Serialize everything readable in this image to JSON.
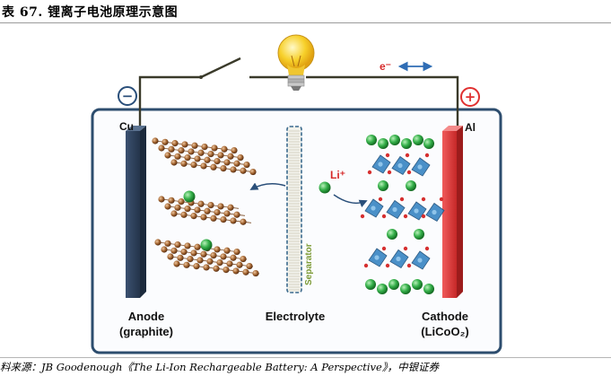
{
  "title": "表 67. 锂离子电池原理示意图",
  "source": "料来源：JB Goodenough《The Li-Ion Rechargeable Battery: A Perspective》，中银证券",
  "diagram": {
    "negative_sign": "−",
    "positive_sign": "+",
    "electron_label": "e⁻",
    "anode_collector": "Cu",
    "cathode_collector": "Al",
    "separator": "Separator",
    "li_ion": "Li⁺",
    "anode_name": "Anode",
    "anode_material": "(graphite)",
    "electrolyte": "Electrolyte",
    "cathode_name": "Cathode",
    "cathode_material": "(LiCoO₂)"
  },
  "colors": {
    "terminal_red": "#e03030",
    "terminal_blue": "#2a4f7a",
    "anode_plate": "#34465e",
    "cathode_plate": "#d83a3a",
    "graphite": "#a0622e",
    "lithium": "#35b04a",
    "cobalt_octahedra": "#3b87c4",
    "container_border": "#2d4d6e",
    "separator_border": "#3b6a8d",
    "separator_label": "#7c9a35",
    "bulb": "#f7c928"
  }
}
